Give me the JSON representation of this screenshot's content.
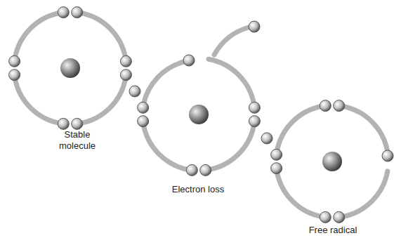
{
  "diagram": {
    "labels": [
      "Stable molecule",
      "Electron loss",
      "Free radical"
    ]
  }
}
